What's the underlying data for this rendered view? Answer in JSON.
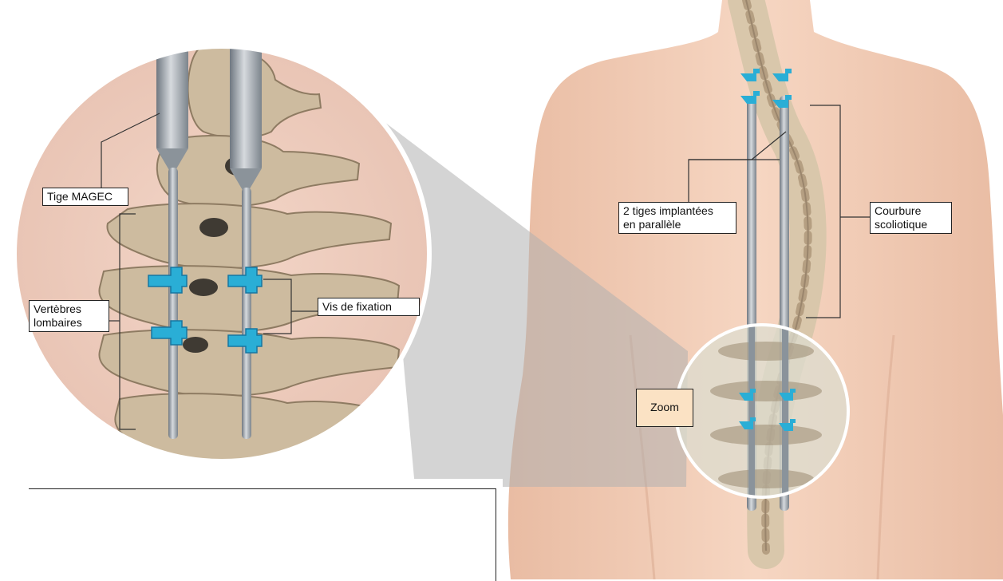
{
  "labels": {
    "tige_magec": "Tige MAGEC",
    "vertebres_lombaires": "Vertèbres\nlombaires",
    "vis_de_fixation": "Vis de fixation",
    "deux_tiges": "2 tiges implantées\nen parallèle",
    "courbure": "Courbure\nscoliotique",
    "zoom": "Zoom"
  },
  "colors": {
    "skin": "#f2cdb5",
    "skin_shadow": "#e3b49a",
    "bone": "#c9b89e",
    "bone_dark": "#8e7b62",
    "rod": "#9aa3ab",
    "screw": "#2aaed6",
    "zoom_fill": "#fbe2c4"
  },
  "icons": {
    "screw": "pedicle-screw-icon",
    "rod": "magec-rod-icon"
  }
}
